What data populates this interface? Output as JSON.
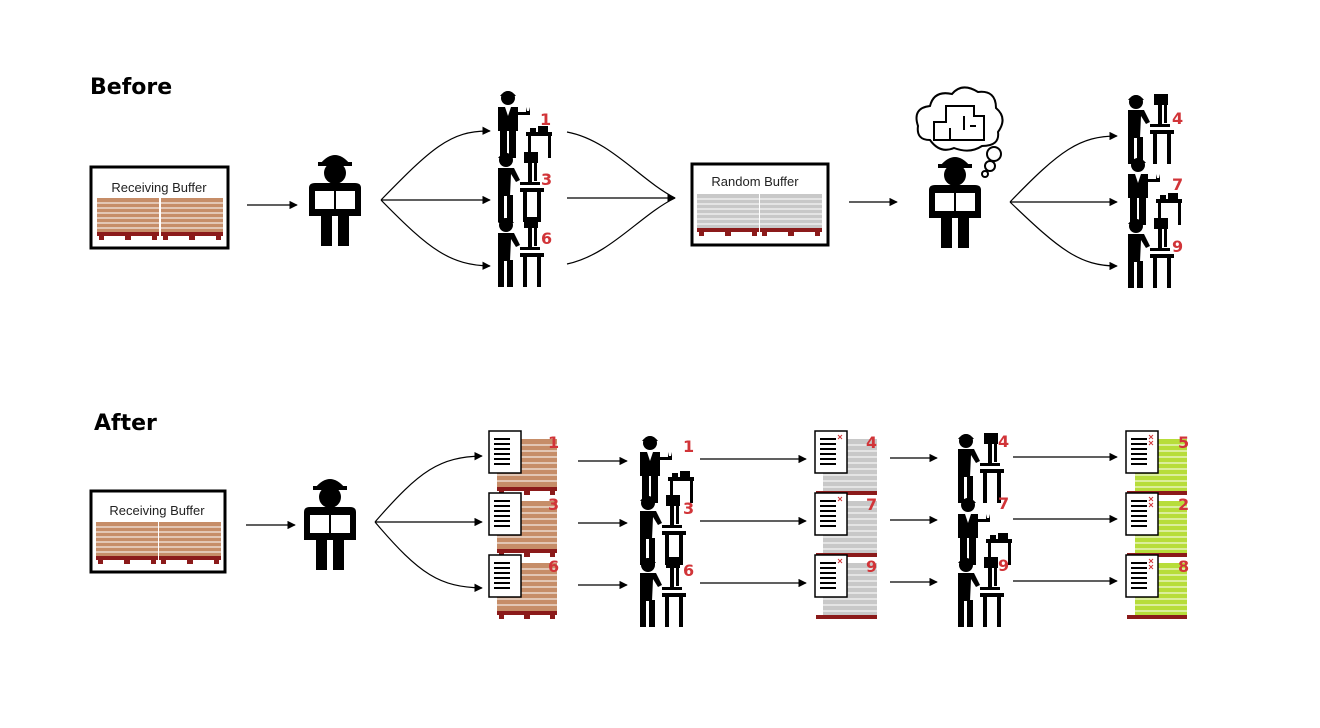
{
  "sections": {
    "before_title": "Before",
    "after_title": "After"
  },
  "buffers": {
    "receiving_label": "Receiving Buffer",
    "random_label": "Random Buffer"
  },
  "before": {
    "first_workers": [
      "1",
      "3",
      "6"
    ],
    "second_workers": [
      "4",
      "7",
      "9"
    ]
  },
  "after": {
    "rows": [
      {
        "batch": "1",
        "worker": "1",
        "staged": "4",
        "worker2": "4",
        "final": "5"
      },
      {
        "batch": "3",
        "worker": "3",
        "staged": "7",
        "worker2": "7",
        "final": "2"
      },
      {
        "batch": "6",
        "worker": "6",
        "staged": "9",
        "worker2": "9",
        "final": "8"
      }
    ]
  },
  "colors": {
    "wood": "#c68d68",
    "pallet": "#8b1a1a",
    "gray_goods": "#c8c8c8",
    "green_goods": "#b7dd3a",
    "number": "#d13438",
    "ink": "#000000"
  }
}
